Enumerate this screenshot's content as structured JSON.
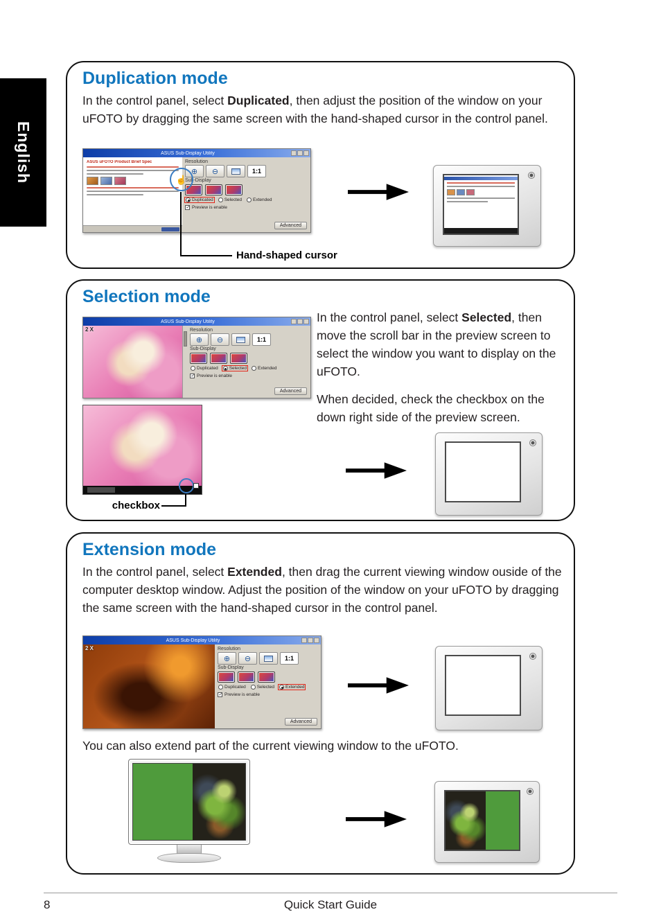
{
  "page": {
    "language_label": "English",
    "footer_page_number": "8",
    "footer_title": "Quick Start Guide"
  },
  "icons": {
    "hand_cursor": "☝",
    "zoom_in": "⊕",
    "zoom_out": "⊖"
  },
  "duplication": {
    "heading": "Duplication mode",
    "body_pre": "In the control panel, select ",
    "body_bold": "Duplicated",
    "body_post": ", then adjust the position of the window on your uFOTO by dragging the same screen with the hand-shaped cursor in the control panel.",
    "callout_label": "Hand-shaped cursor"
  },
  "selection": {
    "heading": "Selection mode",
    "p1_pre": "In the control panel, select ",
    "p1_bold": "Selected",
    "p1_post": ", then move the scroll bar in the preview screen to select the window you want to display on the uFOTO.",
    "p2": "When decided, check the checkbox on the down right side of the preview screen.",
    "callout_label": "checkbox"
  },
  "extension": {
    "heading": "Extension mode",
    "p1_pre": "In the control panel, select ",
    "p1_bold": "Extended",
    "p1_post": ", then drag the current viewing window ouside of the computer desktop window.  Adjust the position of the window on your uFOTO by dragging the same screen with the hand-shaped cursor in the control panel.",
    "p2": "You can also extend part of the current viewing window to the uFOTO."
  },
  "control_panel": {
    "title": "ASUS Sub-Display Utility",
    "doc_title": "ASUS uFOTO Product Brief Spec",
    "corner_label": "2 X",
    "resolution_label": "Resolution",
    "ratio_label": "1:1",
    "subdisplay_label": "Sub-Display",
    "radios": {
      "duplicated": "Duplicated",
      "selected": "Selected",
      "extended": "Extended"
    },
    "preview_checkbox": "Preview is enable",
    "advanced_button": "Advanced"
  }
}
